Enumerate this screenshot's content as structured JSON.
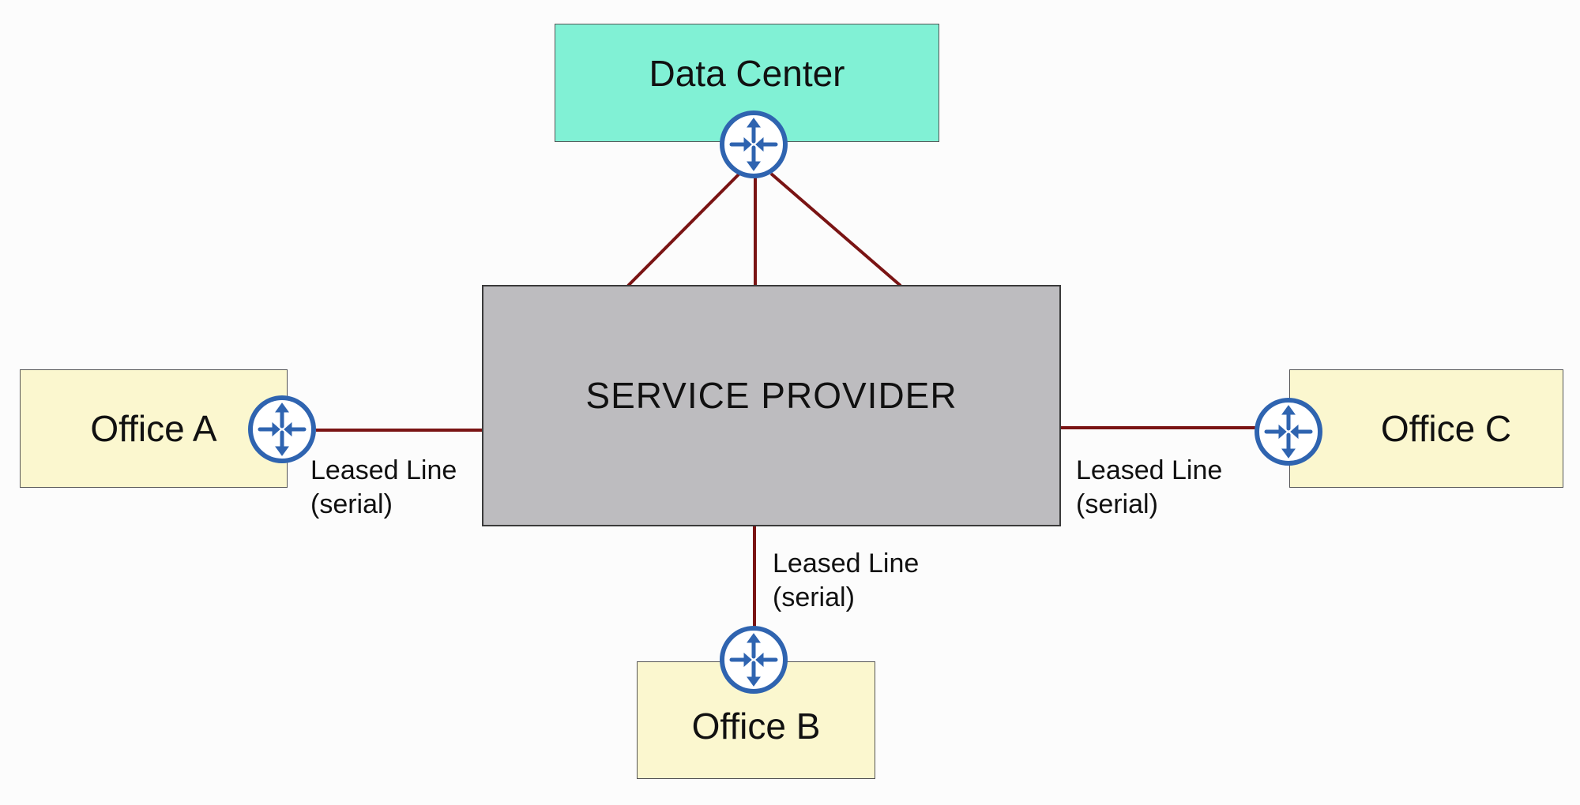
{
  "nodes": {
    "data_center": "Data Center",
    "service_provider": "SERVICE PROVIDER",
    "office_a": "Office A",
    "office_b": "Office B",
    "office_c": "Office C"
  },
  "links": {
    "office_a": {
      "line1": "Leased Line",
      "line2": "(serial)"
    },
    "office_b": {
      "line1": "Leased Line",
      "line2": "(serial)"
    },
    "office_c": {
      "line1": "Leased Line",
      "line2": "(serial)"
    }
  },
  "colors": {
    "office_fill": "#fbf7cf",
    "data_center_fill": "#81f1d5",
    "service_provider_fill": "#bdbcbf",
    "link": "#7a1414",
    "router": "#2f64b0"
  },
  "icons": {
    "router": "router-icon"
  }
}
